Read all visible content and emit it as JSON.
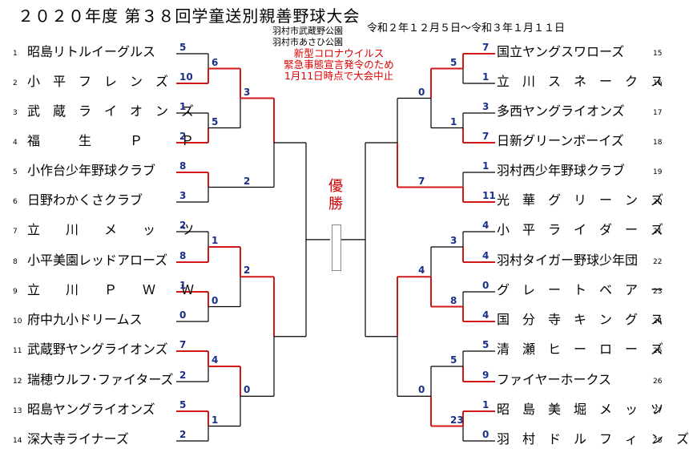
{
  "title": "２０２０年度 第３８回学童送別親善野球大会",
  "venues": [
    "羽村市武蔵野公園",
    "羽村市あさひ公園"
  ],
  "dates": "令和２年１２月５日～令和３年１月１１日",
  "notice": [
    "新型コロナウイルス",
    "緊急事態宣言発令のため",
    "1月11日時点で大会中止"
  ],
  "champion_label": "優勝",
  "left_teams": [
    {
      "seed": "1",
      "name": "昭島リトルイーグルス"
    },
    {
      "seed": "2",
      "name": "小　平　フ　レ　ン　ズ"
    },
    {
      "seed": "3",
      "name": "武　蔵　ラ　イ　オ　ン　ズ"
    },
    {
      "seed": "4",
      "name": "福　　　生　　　Ｐ　　　Ｐ"
    },
    {
      "seed": "5",
      "name": "小作台少年野球クラブ"
    },
    {
      "seed": "6",
      "name": "日野わかくさクラブ"
    },
    {
      "seed": "7",
      "name": "立　　川　　メ　　ッ　　ツ"
    },
    {
      "seed": "8",
      "name": "小平美園レッドアローズ"
    },
    {
      "seed": "9",
      "name": "立　　川　　Ｐ　　Ｗ　　Ｗ"
    },
    {
      "seed": "10",
      "name": "府中九小ドリームス"
    },
    {
      "seed": "11",
      "name": "武蔵野ヤングライオンズ"
    },
    {
      "seed": "12",
      "name": "瑞穂ウルフ･ファイターズ"
    },
    {
      "seed": "13",
      "name": "昭島ヤングライオンズ"
    },
    {
      "seed": "14",
      "name": "深大寺ライナーズ"
    }
  ],
  "right_teams": [
    {
      "seed": "15",
      "name": "国立ヤングスワローズ"
    },
    {
      "seed": "16",
      "name": "立　川　ス　ネ　ー　ク　ス"
    },
    {
      "seed": "17",
      "name": "多西ヤングライオンズ"
    },
    {
      "seed": "18",
      "name": "日新グリーンボーイズ"
    },
    {
      "seed": "19",
      "name": "羽村西少年野球クラブ"
    },
    {
      "seed": "20",
      "name": "光　華　グ　リ　ー　ン　ズ"
    },
    {
      "seed": "21",
      "name": "小　平　ラ　イ　ダ　ー　ズ"
    },
    {
      "seed": "22",
      "name": "羽村タイガー野球少年団"
    },
    {
      "seed": "23",
      "name": "グ　レ　ー　ト　ベ　ア　ー"
    },
    {
      "seed": "24",
      "name": "国　分　寺　キ　ン　グ　ス"
    },
    {
      "seed": "25",
      "name": "清　瀬　ヒ　ー　ロ　ー　ズ"
    },
    {
      "seed": "26",
      "name": "ファイヤーホークス"
    },
    {
      "seed": "27",
      "name": "昭　島　美　堀　メ　ッ　ツ"
    },
    {
      "seed": "28",
      "name": "羽　村　ド　ル　フ　ィ　ン　ズ"
    }
  ],
  "scores_left": {
    "r1": [
      "5",
      "10",
      "1",
      "2",
      "8",
      "3",
      "2",
      "8",
      "1",
      "0",
      "7",
      "2",
      "5",
      "2"
    ],
    "r2": [
      "6",
      "5",
      "1",
      "0",
      "4",
      "1"
    ],
    "r3": [
      "3",
      "2",
      "2",
      "0"
    ]
  },
  "scores_right": {
    "r1": [
      "7",
      "1",
      "3",
      "7",
      "1",
      "11",
      "4",
      "4",
      "0",
      "4",
      "5",
      "9",
      "1",
      "0"
    ],
    "r2": [
      "5",
      "1",
      "3",
      "8",
      "5",
      "23"
    ],
    "r3": [
      "0",
      "7",
      "4",
      "0"
    ]
  },
  "colors": {
    "advance": "#d01818",
    "line": "#000000",
    "score": "#1a2f88",
    "notice": "#dd0000"
  }
}
